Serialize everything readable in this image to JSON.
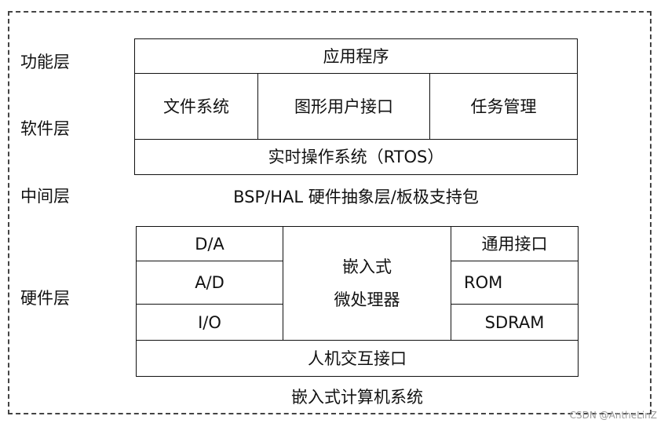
{
  "layers": {
    "function": "功能层",
    "software": "软件层",
    "middleware": "中间层",
    "hardware": "硬件层"
  },
  "software": {
    "application": "应用程序",
    "file_system": "文件系统",
    "graphic_ui": "图形用户接口",
    "task_management": "任务管理",
    "rtos": "实时操作系统（RTOS）"
  },
  "middleware": {
    "bsp_hal": "BSP/HAL 硬件抽象层/板极支持包"
  },
  "hardware": {
    "da": "D/A",
    "ad": "A/D",
    "io": "I/O",
    "cpu_line1": "嵌入式",
    "cpu_line2": "微处理器",
    "general_interface": "通用接口",
    "rom": "ROM",
    "sdram": "SDRAM",
    "hmi": "人机交互接口"
  },
  "system_caption": "嵌入式计算机系统",
  "watermark": "CSDN @AntheLinZ"
}
